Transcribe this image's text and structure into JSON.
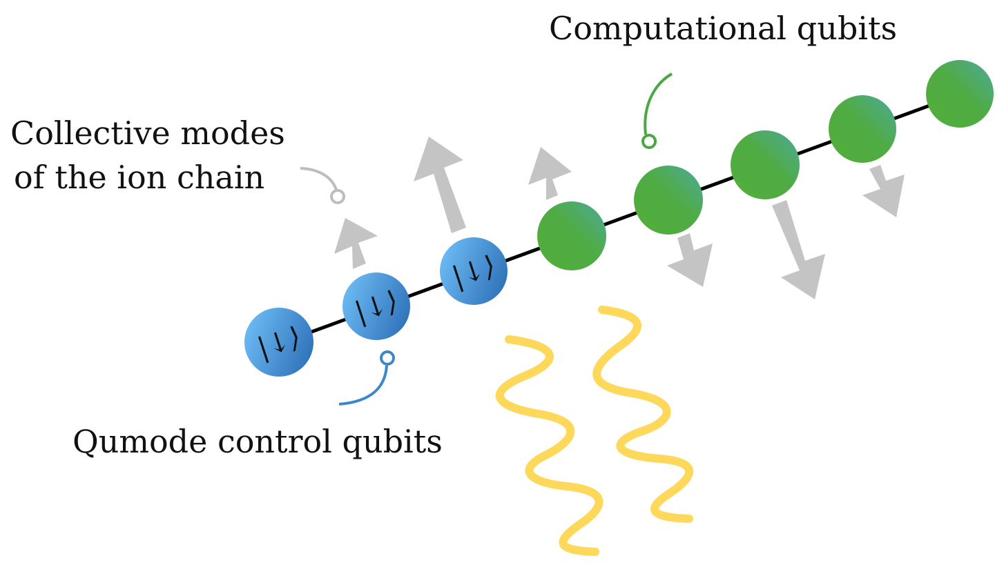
{
  "labels": {
    "computational": "Computational qubits",
    "collective_line1": "Collective modes",
    "collective_line2": "of the ion chain",
    "qumode": "Qumode control qubits"
  },
  "ions": {
    "control_count": 3,
    "computational_count": 5,
    "control_state_glyph": "|↓⟩"
  },
  "colors": {
    "control_light": "#6cbaf4",
    "control_dark": "#2f72b8",
    "computational_green": "#52ad3b",
    "computational_teal": "#4eaa88",
    "mode_arrow": "#c4c4c4",
    "laser": "#fdd85a",
    "chain_line": "#000000",
    "callout_blue": "#3d86c8",
    "callout_green": "#4aa843",
    "callout_gray": "#bdbdbd"
  },
  "icons": {
    "laser_beam": "wavy-laser-icon",
    "mode_displacement": "arrow-icon"
  }
}
